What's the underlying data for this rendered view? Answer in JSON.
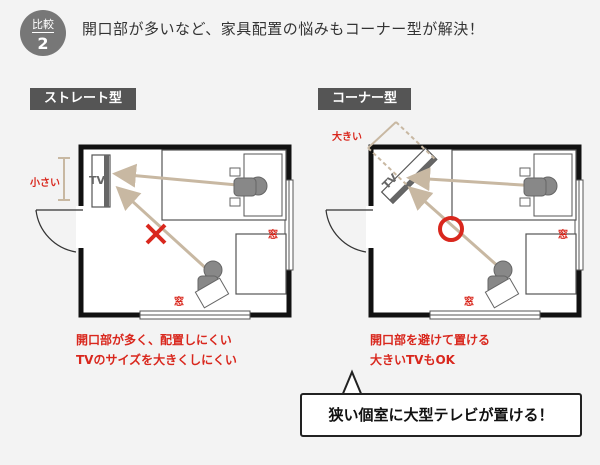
{
  "badge": {
    "top": "比較",
    "num": "2"
  },
  "heading": "開口部が多いなど、家具配置の悩みもコーナー型が解決！",
  "left": {
    "tag": "ストレート型",
    "size_label": "小さい",
    "tv_label": "TV",
    "window_label_right": "窓",
    "window_label_bottom": "窓",
    "mark": "×",
    "caption1": "開口部が多く、配置しにくい",
    "caption2": "TVのサイズを大きくしにくい"
  },
  "right": {
    "tag": "コーナー型",
    "size_label": "大きい",
    "tv_label": "TV",
    "window_label_right": "窓",
    "window_label_bottom": "窓",
    "mark": "○",
    "caption1": "開口部を避けて置ける",
    "caption2": "大きいTVもOK"
  },
  "callout": "狭い個室に大型テレビが置ける！",
  "colors": {
    "accent": "#d9271d",
    "wall": "#111111",
    "arrow": "#c8b8a2",
    "dark": "#555555"
  }
}
